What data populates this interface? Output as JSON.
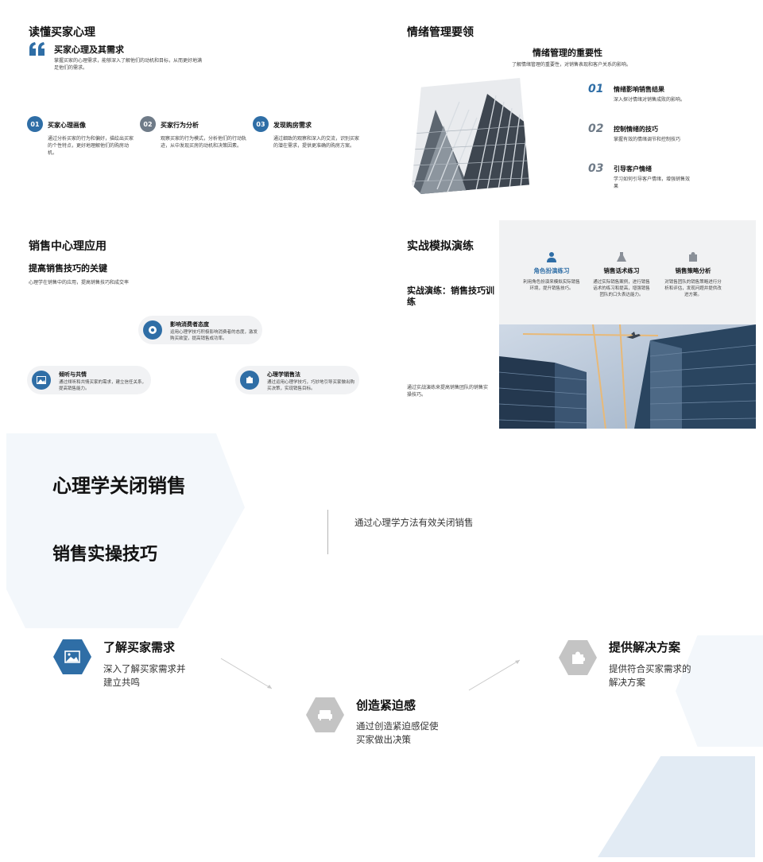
{
  "colors": {
    "accent": "#2f6ea6",
    "gray": "#6f7b88",
    "hexGray": "#c4c4c4",
    "paleBlue": "#eef3f8"
  },
  "s1": {
    "title": "读懂买家心理",
    "subtitle": "买家心理及其需求",
    "desc": "掌握买家的心理需求，能够深入了解他们的动机和目标，从而更好地满足他们的需求。",
    "items": [
      {
        "num": "01",
        "title": "买家心理画像",
        "desc": "通过分析买家的行为和偏好，描绘出买家的个性特点，更好地理解他们的购房动机。"
      },
      {
        "num": "02",
        "title": "买家行为分析",
        "desc": "观察买家的行为模式，分析他们的行动轨迹，从中发现买房的动机和决策因素。"
      },
      {
        "num": "03",
        "title": "发现购房需求",
        "desc": "通过细致的观察和深入的交流，识别买家的潜在需求，提供更准确的购房方案。"
      }
    ]
  },
  "s2": {
    "title": "情绪管理要领",
    "subtitle": "情绪管理的重要性",
    "desc": "了解情绪管理的重要性，对销售表现和客户关系的影响。",
    "items": [
      {
        "num": "01",
        "title": "情绪影响销售结果",
        "desc": "深入探讨情绪对销售成败的影响。"
      },
      {
        "num": "02",
        "title": "控制情绪的技巧",
        "desc": "掌握有效的情绪调节和控制技巧"
      },
      {
        "num": "03",
        "title": "引导客户情绪",
        "desc": "学习如何引导客户情绪，增强销售效果"
      }
    ]
  },
  "s3": {
    "title": "销售中心理应用",
    "subtitle": "提高销售技巧的关键",
    "desc": "心理学在销售中的应用，提高销售技巧和成交率",
    "items": [
      {
        "title": "影响消费者态度",
        "desc": "运用心理学技巧积极影响消费者的态度，激发购买欲望，提高销售成功率。"
      },
      {
        "title": "倾听与共情",
        "desc": "通过倾听和共情买家的需求，建立信任关系，提高销售能力。"
      },
      {
        "title": "心理学销售法",
        "desc": "通过运用心理学技巧，巧妙地引导买家做出购买决策，实现销售目标。"
      }
    ]
  },
  "s4": {
    "title": "实战模拟演练",
    "subtitle": "实战演练：销售技巧训练",
    "desc": "通过实战演练来提高销售团队的销售实操技巧。",
    "cards": [
      {
        "title": "角色扮演练习",
        "desc": "利用角色扮演来模拟实际销售环境，提升销售技巧。"
      },
      {
        "title": "销售话术练习",
        "desc": "通过实际销售案例，进行销售话术的练习和提高，增强销售团队的口头表达能力。"
      },
      {
        "title": "销售策略分析",
        "desc": "对销售团队的销售策略进行分析和评估，发现问题并提供改进方案。"
      }
    ]
  },
  "s5": {
    "title": "心理学关闭销售",
    "subtitle": "销售实操技巧",
    "desc": "通过心理学方法有效关闭销售",
    "steps": [
      {
        "title": "了解买家需求",
        "desc1": "深入了解买家需求并",
        "desc2": "建立共鸣"
      },
      {
        "title": "创造紧迫感",
        "desc1": "通过创造紧迫感促使",
        "desc2": "买家做出决策"
      },
      {
        "title": "提供解决方案",
        "desc1": "提供符合买家需求的",
        "desc2": "解决方案"
      }
    ]
  }
}
